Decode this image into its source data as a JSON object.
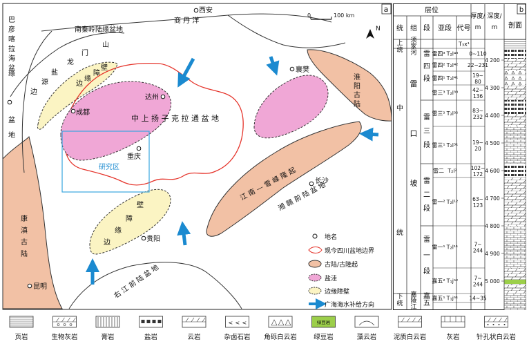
{
  "map": {
    "panel_label": "a",
    "scale": {
      "zero": "0",
      "distance": "100 km"
    },
    "north": "N",
    "places": {
      "xian": "西安",
      "xiangfan": "襄樊",
      "dazhou": "达州",
      "chengdu": "成都",
      "chongqing": "重庆",
      "changsha": "长沙",
      "guiyang": "贵阳",
      "kunming": "昆明"
    },
    "regions": {
      "qinling": "南秦岭陆缘盆地",
      "shangdan": "商  丹  洋",
      "bayan": [
        "巴",
        "彦",
        "喀",
        "拉",
        "海",
        "盆"
      ],
      "margin_basin": [
        "缘",
        "盆",
        "地"
      ],
      "longmen": [
        "门",
        "山",
        "龙"
      ],
      "yuan_bian": [
        "盐",
        "源",
        "边"
      ],
      "edge_barrier_nw": [
        "边",
        "缘",
        "障",
        "壁"
      ],
      "central_basin": "中 上 扬 子 克 拉 通 盆 地",
      "huaiyang": [
        "淮",
        "阳",
        "古",
        "陆"
      ],
      "study_area": "研究区",
      "jiangnan": "江 南 — 雪 峰 隆 起",
      "xianggan": "湘 赣 前 陆 盆 地",
      "kangdian": [
        "康",
        "滇",
        "古",
        "陆"
      ],
      "edge_barrier_s": [
        "壁",
        "障",
        "缘",
        "边"
      ],
      "youjiang": "右 江 前 陆 盆 地"
    },
    "legend": [
      {
        "label": "地名",
        "icon": "place-circle"
      },
      {
        "label": "现今四川盆地边界",
        "icon": "red-outline"
      },
      {
        "label": "古陆/古隆起",
        "icon": "tan-ellipse"
      },
      {
        "label": "盐洼",
        "icon": "pink-ellipse"
      },
      {
        "label": "边缘障壁",
        "icon": "yellow-dashed-ellipse"
      },
      {
        "label": "广海海水补给方向",
        "icon": "blue-arrow"
      }
    ],
    "colors": {
      "uplift": "#f2c1a5",
      "salt": "#f0a7d6",
      "barrier": "#fbf4c3",
      "boundary": "#e5332a",
      "arrow": "#1b8ad0",
      "study_box": "#3aa6e0"
    }
  },
  "strat": {
    "panel_label": "b",
    "header": {
      "group_label": "层位",
      "cols": [
        "统",
        "组",
        "段",
        "亚段",
        "代号"
      ],
      "thickness": "厚度/m",
      "depth": "深度/m",
      "profile": "剖面"
    },
    "series": [
      {
        "label": "上统"
      },
      {
        "label": "中统"
      },
      {
        "label": "下统"
      }
    ],
    "formations": [
      "须家河",
      "雷口坡",
      "嘉陵江"
    ],
    "members": [
      "雷四段",
      "雷三段",
      "雷二段",
      "雷一段",
      "嘉五段"
    ],
    "rows": [
      {
        "sub": "",
        "code": "T₃x¹",
        "thk": ""
      },
      {
        "sub": "雷四³",
        "code": "T₂l⁴³",
        "thk": "0~110"
      },
      {
        "sub": "雷四²",
        "code": "T₂l⁴²",
        "thk": "22~231"
      },
      {
        "sub": "雷四¹",
        "code": "T₂l⁴¹",
        "thk": "19~80"
      },
      {
        "sub": "雷三³",
        "code": "T₂l³³",
        "thk": "42~136"
      },
      {
        "sub": "雷三²",
        "code": "T₂l³²",
        "thk": "83~232"
      },
      {
        "sub": "雷三¹",
        "code": "T₂l³¹",
        "thk": "19~20"
      },
      {
        "sub": "雷二",
        "code": "T₂l²",
        "thk": "102~172"
      },
      {
        "sub": "雷一²",
        "code": "T₂l¹²",
        "thk": "63~123"
      },
      {
        "sub": "雷一¹",
        "code": "T₂l¹¹",
        "thk": "7~244"
      },
      {
        "sub": "嘉五²",
        "code": "T₁j⁵²",
        "thk": "7~244"
      },
      {
        "sub": "嘉五¹",
        "code": "T₁j⁵¹",
        "thk": "14~35"
      }
    ],
    "depths": [
      "4 200",
      "4 300",
      "4 400",
      "4 500",
      "4 600",
      "4 700",
      "4 800",
      "4 900",
      "5 000"
    ]
  },
  "lithology_legend": [
    "页岩",
    "生物灰岩",
    "膏岩",
    "盐岩",
    "云岩",
    "杂卤石岩",
    "角砾白云岩",
    "绿豆岩",
    "藻云岩",
    "泥质白云岩",
    "灰岩",
    "针孔状白云岩"
  ],
  "lithology_inner": {
    "green_clay": "绿豆岩"
  }
}
